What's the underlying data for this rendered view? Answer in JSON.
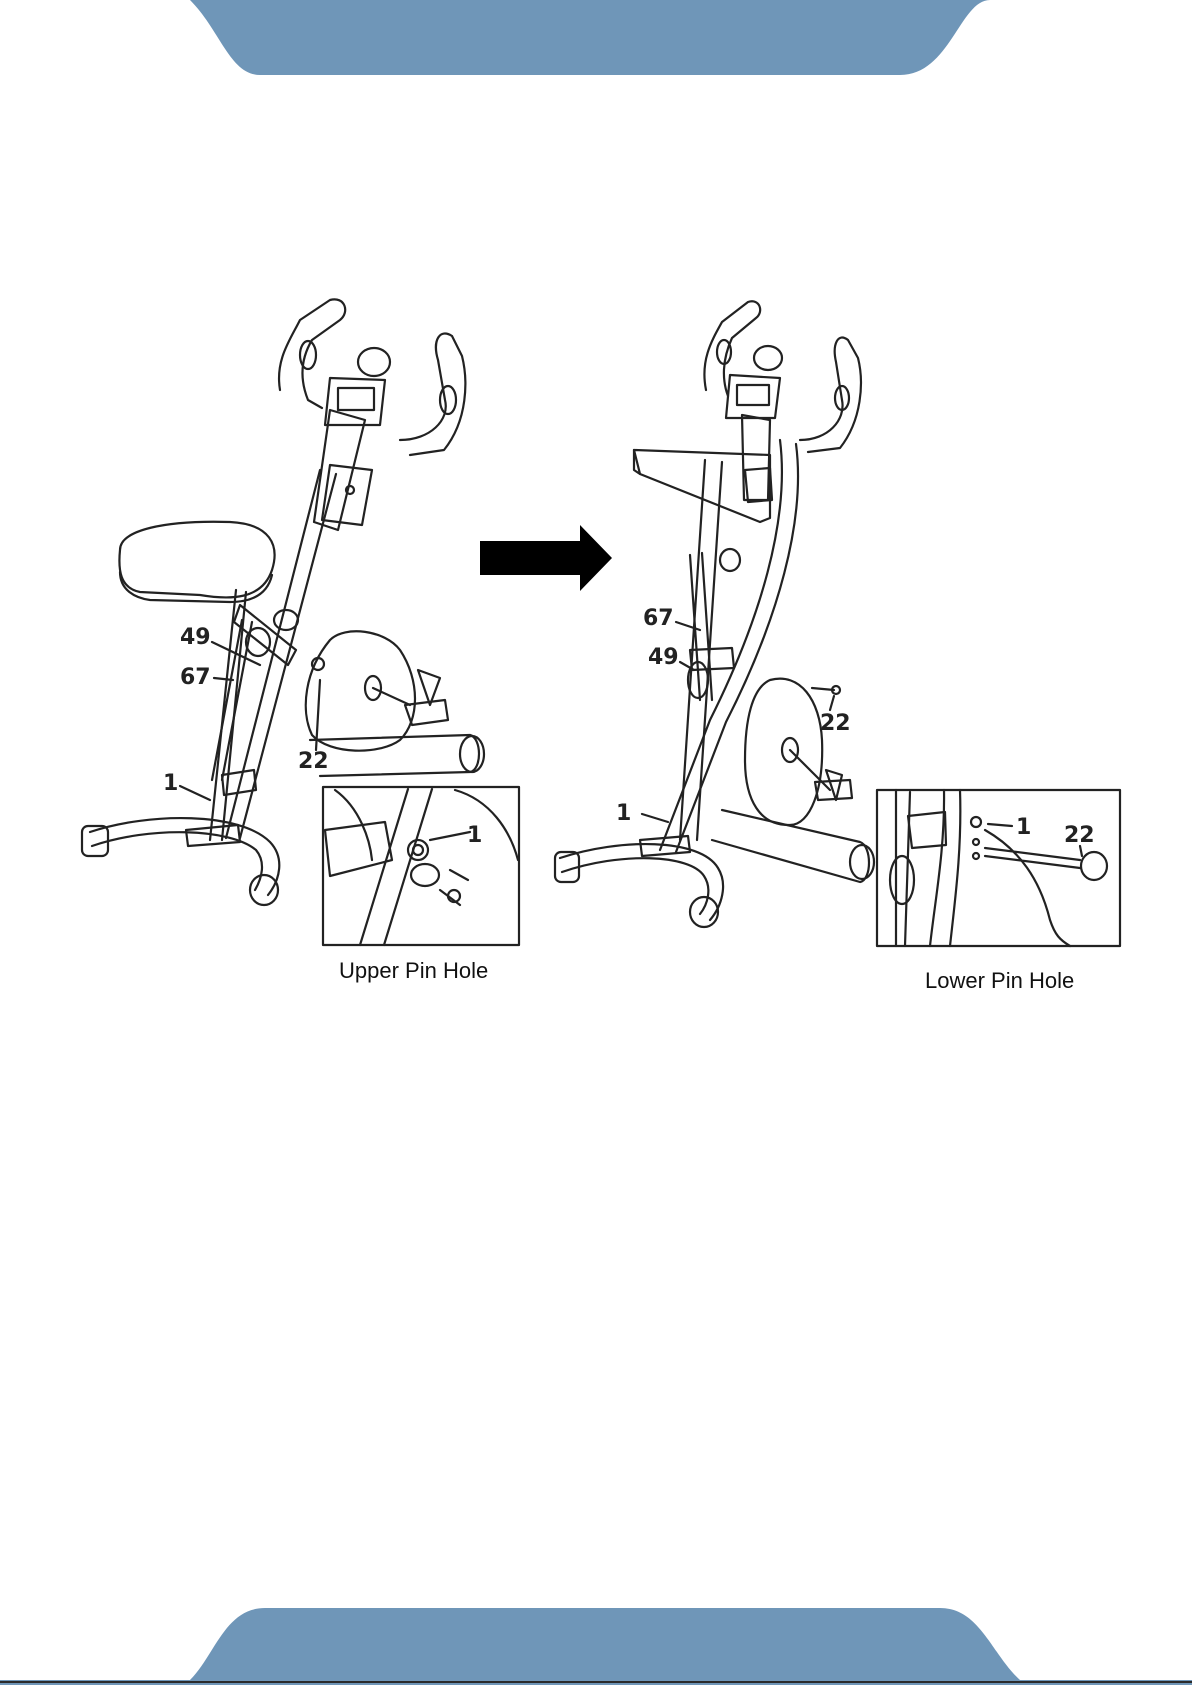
{
  "colors": {
    "band": "#6f96b8",
    "ink": "#222222",
    "arrow": "#000000"
  },
  "callouts": {
    "left": {
      "part_1": "1",
      "part_49": "49",
      "part_67": "67",
      "part_22": "22"
    },
    "right": {
      "part_1": "1",
      "part_49": "49",
      "part_67": "67",
      "part_22": "22"
    },
    "inset_upper": {
      "part_1": "1"
    },
    "inset_lower": {
      "part_1": "1",
      "part_22": "22"
    }
  },
  "captions": {
    "upper": "Upper Pin Hole",
    "lower": "Lower Pin Hole"
  },
  "icons": {
    "direction": "right-arrow-icon"
  }
}
